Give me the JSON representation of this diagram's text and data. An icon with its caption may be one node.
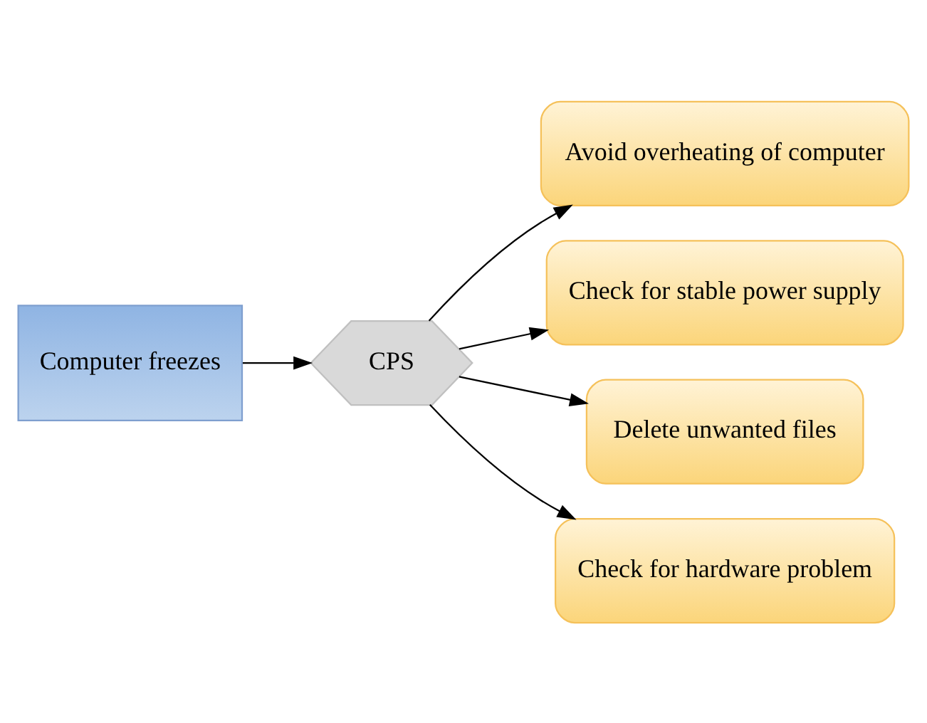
{
  "diagram": {
    "nodes": [
      {
        "text": [
          "Computer freezes"
        ]
      },
      {
        "text": [
          "CPS"
        ]
      },
      {
        "text": [
          "Avoid overheating of computer"
        ]
      },
      {
        "text": [
          "Check for stable power supply"
        ]
      },
      {
        "text": [
          "Delete unwanted files"
        ]
      },
      {
        "text": [
          "Check for hardware problem"
        ]
      }
    ],
    "edges": [
      {
        "from": 0,
        "to": 1,
        "arrow": "to"
      },
      {
        "from": 1,
        "to": 2,
        "arrow": "to"
      },
      {
        "from": 1,
        "to": 3,
        "arrow": "to"
      },
      {
        "from": 1,
        "to": 4,
        "arrow": "to"
      },
      {
        "from": 1,
        "to": 5,
        "arrow": "to"
      }
    ]
  }
}
